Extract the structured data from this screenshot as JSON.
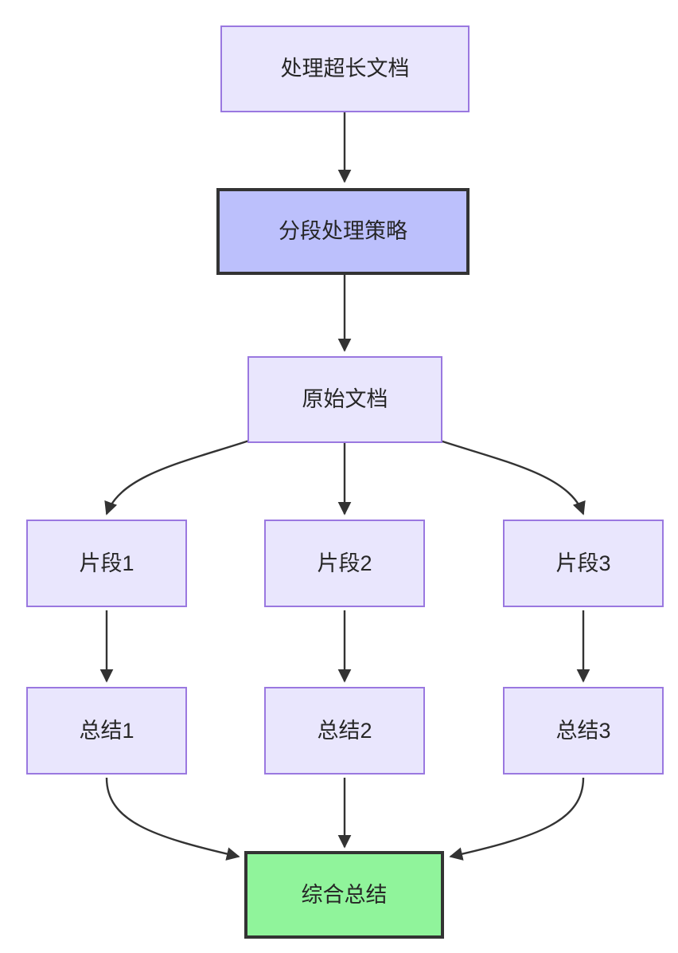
{
  "diagram": {
    "type": "flowchart",
    "direction": "top-to-bottom",
    "background_color": "#ffffff",
    "edge_color": "#333333",
    "styles": {
      "default_fill": "#e9e6fd",
      "default_stroke": "#9a78e0",
      "strategy_fill": "#bcc0fc",
      "strategy_stroke": "#333333",
      "final_fill": "#90f49b",
      "final_stroke": "#333333",
      "text_color": "#262626"
    },
    "nodes": [
      {
        "id": "long-doc",
        "label": "处理超长文档",
        "style": "default"
      },
      {
        "id": "strategy",
        "label": "分段处理策略",
        "style": "strategy"
      },
      {
        "id": "source-doc",
        "label": "原始文档",
        "style": "default"
      },
      {
        "id": "fragment-1",
        "label": "片段1",
        "style": "default"
      },
      {
        "id": "fragment-2",
        "label": "片段2",
        "style": "default"
      },
      {
        "id": "fragment-3",
        "label": "片段3",
        "style": "default"
      },
      {
        "id": "summary-1",
        "label": "总结1",
        "style": "default"
      },
      {
        "id": "summary-2",
        "label": "总结2",
        "style": "default"
      },
      {
        "id": "summary-3",
        "label": "总结3",
        "style": "default"
      },
      {
        "id": "final",
        "label": "综合总结",
        "style": "final"
      }
    ],
    "edges": [
      {
        "from": "long-doc",
        "to": "strategy"
      },
      {
        "from": "strategy",
        "to": "source-doc"
      },
      {
        "from": "source-doc",
        "to": "fragment-1"
      },
      {
        "from": "source-doc",
        "to": "fragment-2"
      },
      {
        "from": "source-doc",
        "to": "fragment-3"
      },
      {
        "from": "fragment-1",
        "to": "summary-1"
      },
      {
        "from": "fragment-2",
        "to": "summary-2"
      },
      {
        "from": "fragment-3",
        "to": "summary-3"
      },
      {
        "from": "summary-1",
        "to": "final"
      },
      {
        "from": "summary-2",
        "to": "final"
      },
      {
        "from": "summary-3",
        "to": "final"
      }
    ]
  }
}
